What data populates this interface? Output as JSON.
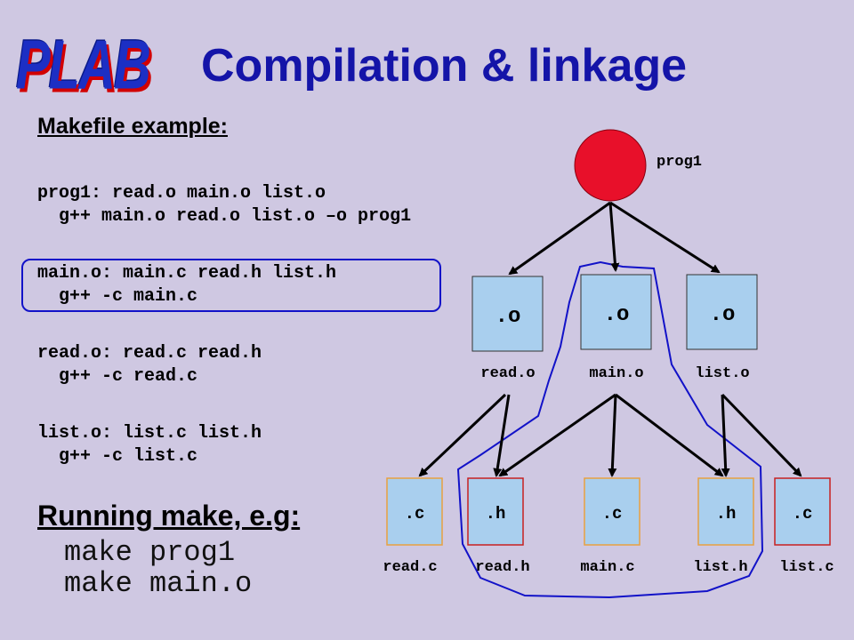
{
  "logo": "PLAB",
  "title": "Compilation & linkage",
  "makefile": {
    "heading": "Makefile example:",
    "rules": [
      {
        "target_line": "prog1: read.o main.o list.o",
        "command": "  g++ main.o read.o list.o –o prog1"
      },
      {
        "target_line": "main.o: main.c read.h list.h",
        "command": "  g++ -c main.c"
      },
      {
        "target_line": "read.o: read.c read.h",
        "command": "  g++ -c read.c"
      },
      {
        "target_line": "list.o: list.c list.h",
        "command": "  g++ -c list.c"
      }
    ]
  },
  "running": {
    "heading": "Running make, e.g:",
    "commands": [
      "make prog1",
      "make main.o"
    ]
  },
  "diagram": {
    "root": {
      "label": "prog1",
      "color": "#e8102a"
    },
    "objects": [
      {
        "glyph": ".o",
        "label": "read.o"
      },
      {
        "glyph": ".o",
        "label": "main.o"
      },
      {
        "glyph": ".o",
        "label": "list.o"
      }
    ],
    "sources": [
      {
        "glyph": ".c",
        "label": "read.c",
        "border": "#e8a040"
      },
      {
        "glyph": ".h",
        "label": "read.h",
        "border": "#c82020"
      },
      {
        "glyph": ".c",
        "label": "main.c",
        "border": "#e8a040"
      },
      {
        "glyph": ".h",
        "label": "list.h",
        "border": "#e8a040"
      },
      {
        "glyph": ".c",
        "label": "list.c",
        "border": "#c82020"
      }
    ],
    "box_fill": "#a9cfee",
    "highlight_color": "#1212c8"
  }
}
